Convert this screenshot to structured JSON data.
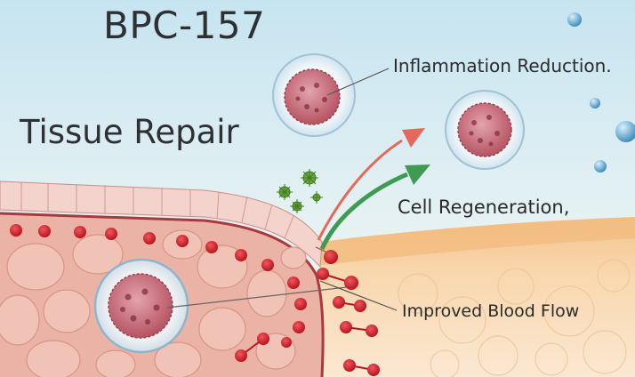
{
  "title": "BPC-157",
  "subtitle": "Tissue Repair",
  "callouts": {
    "inflammation": "Inflammation Reduction.",
    "regeneration": "Cell Regeneration,",
    "blood_flow": "Improved Blood Flow"
  },
  "colors": {
    "sky_top": "#c9e6f1",
    "sky_bottom": "#f3f7f1",
    "tissue": "#eab5a8",
    "tissue_dark": "#a8393f",
    "blood_cell": "#d0262e",
    "skin": "#f5c48c",
    "arrow_red": "#e4685c",
    "arrow_green": "#3f9a52",
    "virus": "#6aa73c",
    "droplet": "#5ba6cf"
  },
  "icons": [
    "cell-icon",
    "virus-icon",
    "droplet-icon",
    "blood-cell-icon",
    "arrow-icon"
  ]
}
